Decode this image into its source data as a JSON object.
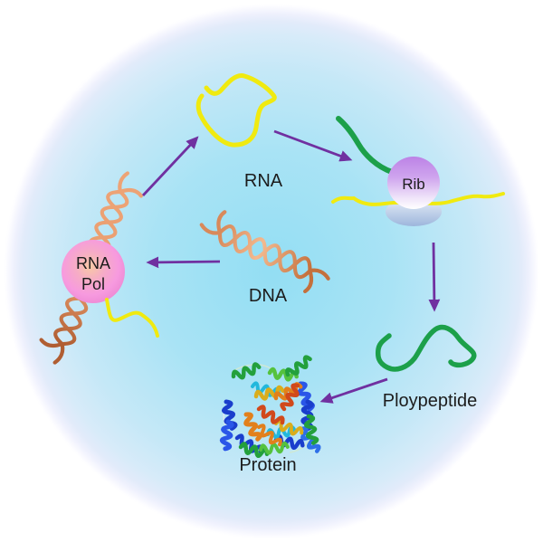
{
  "diagram": {
    "labels": {
      "rna": "RNA",
      "dna": "DNA",
      "rna_pol_line1": "RNA",
      "rna_pol_line2": "Pol",
      "ribosome": "Rib",
      "polypeptide": "Ploypeptide",
      "protein": "Protein"
    },
    "colors": {
      "arrow": "#7030A0",
      "dna_strand_light": "#F2B184",
      "dna_strand_dark": "#B05E32",
      "rna_strand": "#F0EA10",
      "mrna_strand": "#F0EA10",
      "polypeptide_strand": "#1CA04A",
      "label_text": "#1C1C1C",
      "cell_center": "#93DEF3",
      "cell_edge": "#FFFFFF",
      "rna_pol_center": "#F8C9A4",
      "rna_pol_edge": "#EE8BD5",
      "ribosome_sphere_top": "#BC82E6",
      "ribosome_base": "#9DB6DC"
    }
  }
}
